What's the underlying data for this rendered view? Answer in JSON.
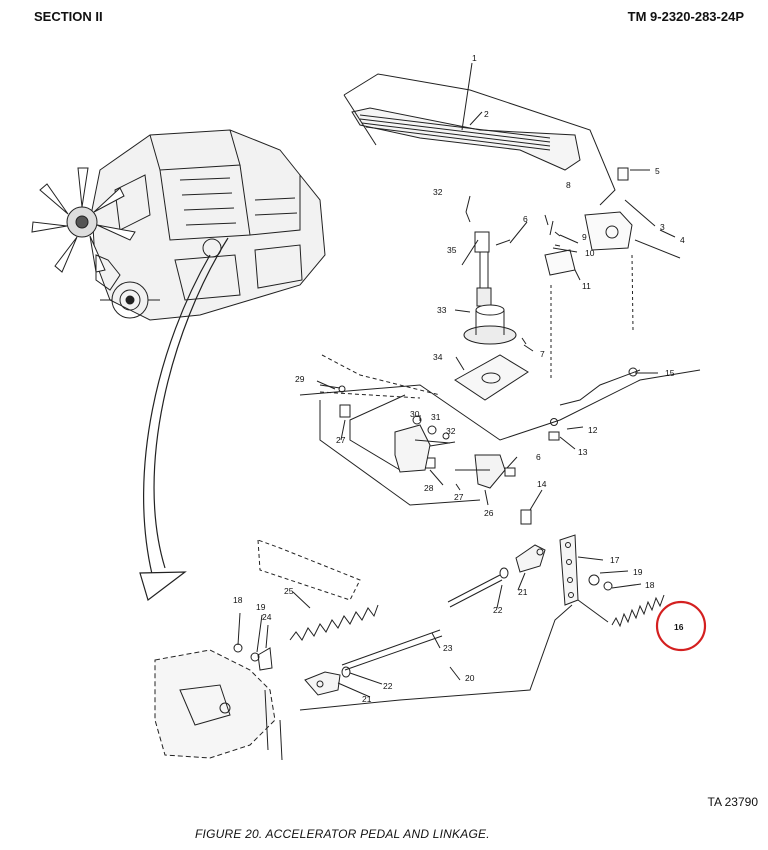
{
  "header": {
    "section": "SECTION II",
    "tm_number": "TM 9-2320-283-24P"
  },
  "callouts": [
    {
      "id": "c1",
      "text": "1"
    },
    {
      "id": "c2",
      "text": "2"
    },
    {
      "id": "c3",
      "text": "3"
    },
    {
      "id": "c4",
      "text": "4"
    },
    {
      "id": "c5",
      "text": "5"
    },
    {
      "id": "c6a",
      "text": "6"
    },
    {
      "id": "c6b",
      "text": "6"
    },
    {
      "id": "c7",
      "text": "7"
    },
    {
      "id": "c8",
      "text": "8"
    },
    {
      "id": "c9",
      "text": "9"
    },
    {
      "id": "c10",
      "text": "10"
    },
    {
      "id": "c11",
      "text": "11"
    },
    {
      "id": "c12",
      "text": "12"
    },
    {
      "id": "c13",
      "text": "13"
    },
    {
      "id": "c14",
      "text": "14"
    },
    {
      "id": "c15",
      "text": "15"
    },
    {
      "id": "c16",
      "text": "16"
    },
    {
      "id": "c17",
      "text": "17"
    },
    {
      "id": "c18a",
      "text": "18"
    },
    {
      "id": "c18b",
      "text": "18"
    },
    {
      "id": "c19a",
      "text": "19"
    },
    {
      "id": "c19b",
      "text": "19"
    },
    {
      "id": "c20",
      "text": "20"
    },
    {
      "id": "c21a",
      "text": "21"
    },
    {
      "id": "c21b",
      "text": "21"
    },
    {
      "id": "c22a",
      "text": "22"
    },
    {
      "id": "c22b",
      "text": "22"
    },
    {
      "id": "c23",
      "text": "23"
    },
    {
      "id": "c24",
      "text": "24"
    },
    {
      "id": "c25",
      "text": "25"
    },
    {
      "id": "c26",
      "text": "26"
    },
    {
      "id": "c27a",
      "text": "27"
    },
    {
      "id": "c27b",
      "text": "27"
    },
    {
      "id": "c28",
      "text": "28"
    },
    {
      "id": "c29",
      "text": "29"
    },
    {
      "id": "c30",
      "text": "30"
    },
    {
      "id": "c31",
      "text": "31"
    },
    {
      "id": "c32a",
      "text": "32"
    },
    {
      "id": "c32b",
      "text": "32"
    },
    {
      "id": "c33",
      "text": "33"
    },
    {
      "id": "c34",
      "text": "34"
    },
    {
      "id": "c35",
      "text": "35"
    }
  ],
  "highlight": {
    "callout": "16",
    "color": "#d42020"
  },
  "footer": {
    "ta_number": "TA 23790",
    "caption": "FIGURE 20.  ACCELERATOR PEDAL AND LINKAGE."
  }
}
